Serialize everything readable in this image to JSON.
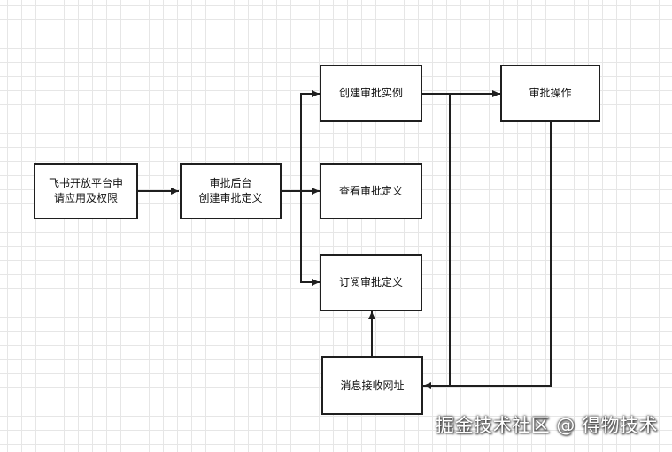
{
  "nodes": {
    "apply_permissions": "飞书开放平台申\n请应用及权限",
    "approval_admin": "审批后台\n创建审批定义",
    "create_instance": "创建审批实例",
    "view_definition": "查看审批定义",
    "subscribe_definition": "订阅审批定义",
    "approval_operation": "审批操作",
    "message_receive_url": "消息接收网址"
  },
  "edges": [
    {
      "from": "apply_permissions",
      "to": "approval_admin"
    },
    {
      "from": "approval_admin",
      "to": "create_instance"
    },
    {
      "from": "approval_admin",
      "to": "view_definition"
    },
    {
      "from": "approval_admin",
      "to": "subscribe_definition"
    },
    {
      "from": "create_instance",
      "to": "approval_operation"
    },
    {
      "from": "create_instance",
      "to": "message_receive_url"
    },
    {
      "from": "approval_operation",
      "to": "message_receive_url"
    },
    {
      "from": "message_receive_url",
      "to": "subscribe_definition"
    }
  ],
  "watermark": "掘金技术社区 @ 得物技术",
  "colors": {
    "stroke": "#1f1f1f",
    "grid": "#e6e6e6",
    "background": "#ffffff"
  }
}
